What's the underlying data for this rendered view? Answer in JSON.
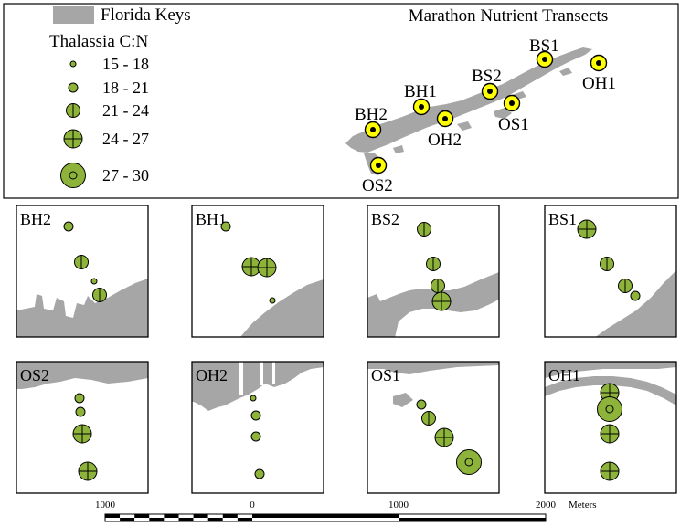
{
  "title": "Marathon Nutrient Transects",
  "legend": {
    "land_label": "Florida Keys",
    "symbol_title": "Thalassia C:N",
    "classes": [
      "15 - 18",
      "18 - 21",
      "21 - 24",
      "24 - 27",
      "27 - 30"
    ]
  },
  "colors": {
    "land": "#a6a6a6",
    "marker_fill": "#8db33a",
    "site_fill": "#ffff00",
    "site_dot": "#000000",
    "frame": "#000000",
    "background": "#ffffff"
  },
  "overview_sites": [
    "BS1",
    "OH1",
    "BS2",
    "OS1",
    "BH1",
    "OH2",
    "BH2",
    "OS2"
  ],
  "panels": [
    {
      "name": "BH2",
      "classes": [
        2,
        3,
        1,
        3
      ]
    },
    {
      "name": "BH1",
      "classes": [
        2,
        4,
        4,
        1
      ]
    },
    {
      "name": "BS2",
      "classes": [
        3,
        3,
        3,
        4
      ]
    },
    {
      "name": "BS1",
      "classes": [
        4,
        3,
        3,
        2
      ]
    },
    {
      "name": "OS2",
      "classes": [
        2,
        2,
        4,
        4
      ]
    },
    {
      "name": "OH2",
      "classes": [
        1,
        2,
        2,
        2
      ]
    },
    {
      "name": "OS1",
      "classes": [
        2,
        3,
        4,
        5
      ]
    },
    {
      "name": "OH1",
      "classes": [
        4,
        5,
        4,
        4
      ]
    }
  ],
  "scale_bar": {
    "labels": [
      "1000",
      "0",
      "1000",
      "2000"
    ],
    "units": "Meters"
  }
}
